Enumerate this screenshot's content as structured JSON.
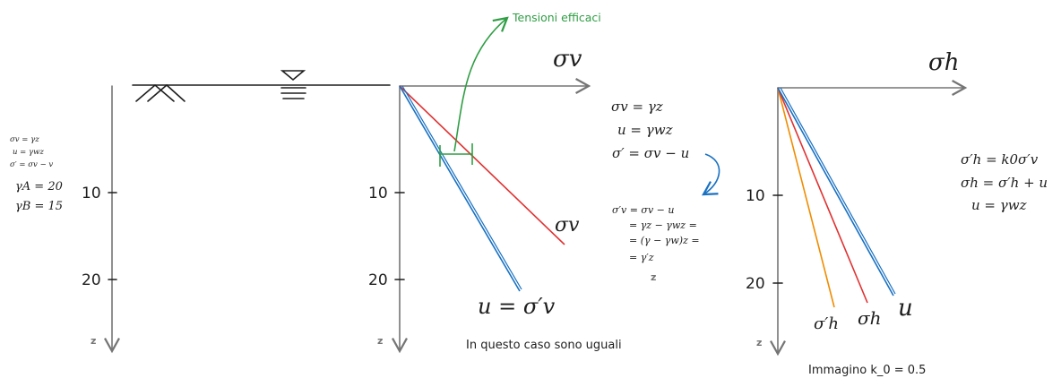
{
  "colors": {
    "axis": "#757575",
    "ink": "#1e1e1e",
    "red": "#e03131",
    "blue": "#1971c2",
    "orange": "#f08c00",
    "green": "#2f9e44"
  },
  "panel1": {
    "z_label": "z",
    "ticks": [
      "10",
      "20"
    ],
    "mini_eq": [
      "σv = γz",
      "u = γwz",
      "σ′ = σv − v"
    ],
    "gamma_a": "γA = 20",
    "gamma_b": "γB = 15"
  },
  "panel2": {
    "axis_label": "σv",
    "z_label": "z",
    "ticks": [
      "10",
      "20"
    ],
    "green_label": "Tensioni efficaci",
    "eqs": [
      "σv = γz",
      "u = γwz",
      "σ′ = σv − u"
    ],
    "deriv": [
      "σ′v = σv − u",
      "= γz − γwz =",
      "= (γ − γw)z =",
      "= γ′z",
      "z"
    ],
    "red_label": "σv",
    "blue_label": "u = σ′v",
    "caption": "In questo caso sono uguali"
  },
  "panel3": {
    "axis_label": "σh",
    "z_label": "z",
    "ticks": [
      "10",
      "20"
    ],
    "eqs": [
      "σ′h = k0σ′v",
      "σh = σ′h + u",
      "u = γwz"
    ],
    "orange_label": "σ′h",
    "red_label": "σh",
    "blue_label": "u",
    "caption": "Immagino k_0 = 0.5"
  }
}
